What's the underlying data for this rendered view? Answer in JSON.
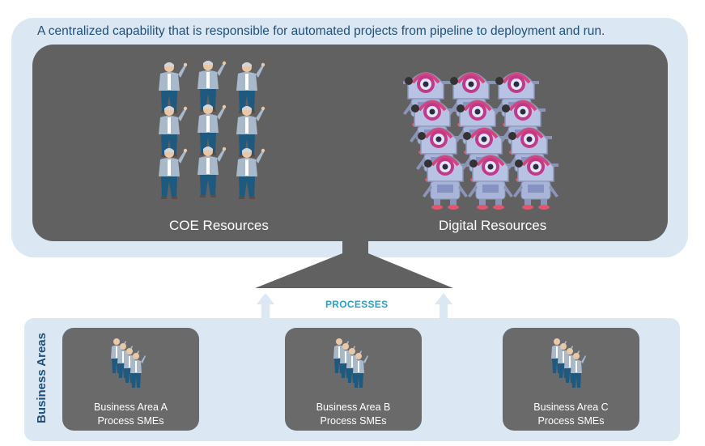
{
  "top": {
    "caption": "A centralized capability that is responsible for automated projects from pipeline to deployment and run.",
    "coe_label": "COE Resources",
    "digital_label": "Digital Resources"
  },
  "flow": {
    "processes_label": "PROCESSES"
  },
  "bottom": {
    "section_label": "Business Areas",
    "cards": [
      {
        "line1": "Business Area A",
        "line2": "Process SMEs"
      },
      {
        "line1": "Business Area B",
        "line2": "Process SMEs"
      },
      {
        "line1": "Business Area C",
        "line2": "Process SMEs"
      }
    ]
  },
  "colors": {
    "panel_bg": "#dbe8f3",
    "dark_panel": "#616161",
    "accent_blue": "#1f4f7a",
    "processes": "#2aa1c8",
    "robot_pink": "#c03a8c",
    "robot_body": "#a8b4d8"
  },
  "icons": [
    "person-icon",
    "robot-icon",
    "arrow-up-icon"
  ]
}
